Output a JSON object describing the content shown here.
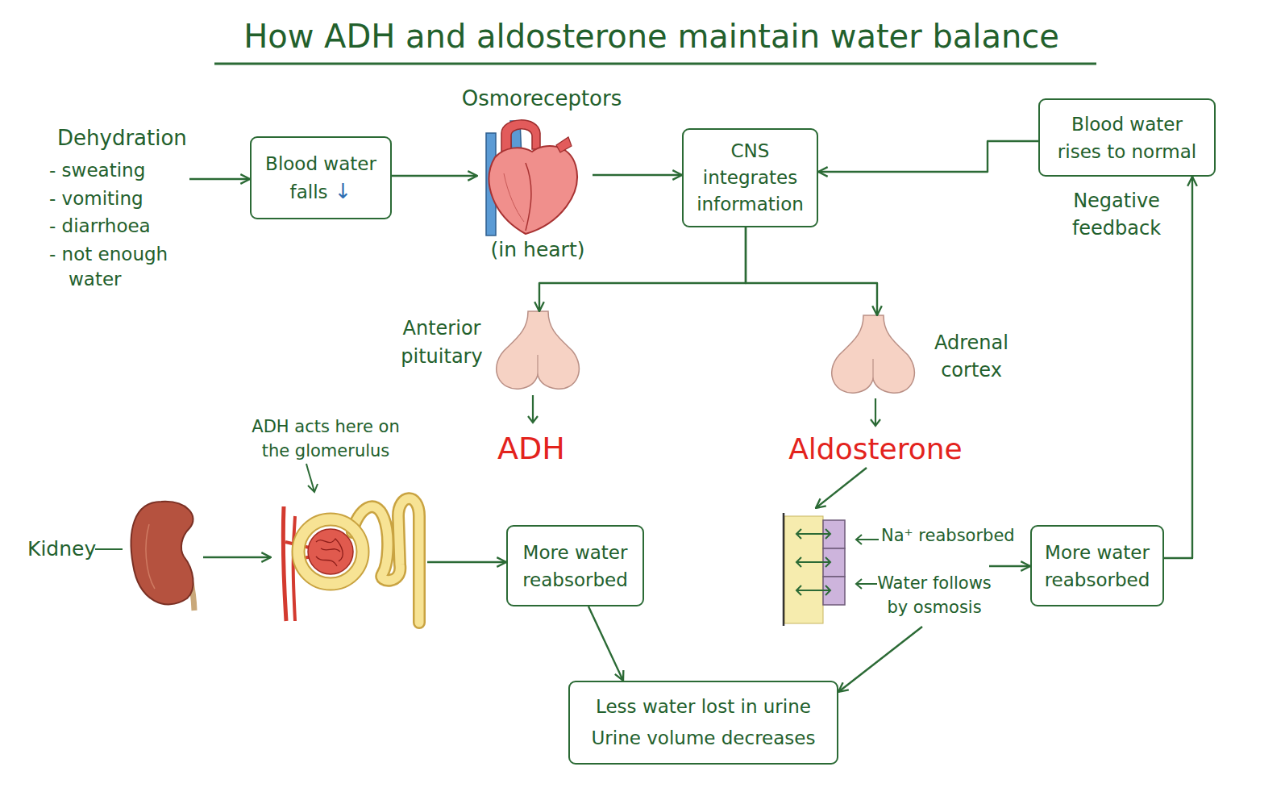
{
  "diagram": {
    "title": "How ADH and aldosterone maintain water balance",
    "nodes": [
      {
        "text": [
          "Dehydration",
          "- sweating",
          "- vomiting",
          "- diarrhoea",
          "- not enough water"
        ]
      },
      {
        "text": [
          "Blood water falls",
          "↓"
        ]
      },
      {
        "text": [
          "Osmoreceptors",
          "(in heart)"
        ]
      },
      {
        "text": [
          "CNS integrates information"
        ]
      },
      {
        "text": [
          "Blood water rises to normal"
        ]
      },
      {
        "text": [
          "Anterior pituitary",
          "ADH"
        ]
      },
      {
        "text": [
          "Adrenal cortex",
          "Aldosterone"
        ]
      },
      {
        "text": [
          "Kidney"
        ]
      },
      {
        "text": [
          "ADH acts here on the glomerulus"
        ]
      },
      {
        "text": [
          "More water reabsorbed"
        ]
      },
      {
        "text": [
          "Na⁺ reabsorbed",
          "Water follows by osmosis"
        ]
      },
      {
        "text": [
          "More water reabsorbed"
        ]
      },
      {
        "text": [
          "Less water lost in urine",
          "Urine volume decreases"
        ]
      }
    ],
    "edges": [
      {
        "from": 0,
        "to": 1,
        "arrow": "to"
      },
      {
        "from": 1,
        "to": 2,
        "arrow": "to"
      },
      {
        "from": 2,
        "to": 3,
        "arrow": "to"
      },
      {
        "from": 4,
        "to": 3,
        "arrow": "to"
      },
      {
        "from": 3,
        "to": 5,
        "arrow": "to"
      },
      {
        "from": 3,
        "to": 6,
        "arrow": "to"
      },
      {
        "from": 6,
        "to": 10,
        "arrow": "to"
      },
      {
        "from": 7,
        "to": 8,
        "arrow": "to"
      },
      {
        "from": 8,
        "to": 9,
        "arrow": "to"
      },
      {
        "from": 9,
        "to": 12,
        "arrow": "to"
      },
      {
        "from": 10,
        "to": 11,
        "arrow": "to"
      },
      {
        "from": 10,
        "to": 12,
        "arrow": "to"
      },
      {
        "from": 11,
        "to": 4,
        "arrow": "to"
      }
    ],
    "labels": [
      "Negative feedback"
    ]
  }
}
